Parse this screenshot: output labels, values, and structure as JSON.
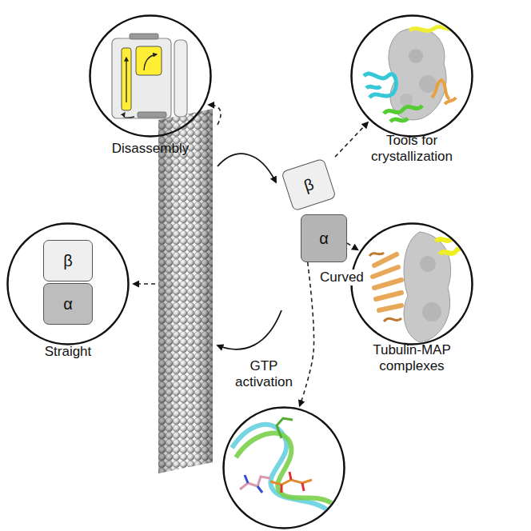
{
  "diagram": {
    "nodes": [
      {
        "text": [
          "Disassembly"
        ]
      },
      {
        "text": [
          "Tools for crystallization"
        ]
      },
      {
        "text": [
          "Straight"
        ]
      },
      {
        "text": [
          "β"
        ],
        "in": 2
      },
      {
        "text": [
          "α"
        ],
        "in": 2
      },
      {
        "text": [
          "β"
        ]
      },
      {
        "text": [
          "α"
        ]
      },
      {
        "text": [
          "Tubulin-MAP complexes"
        ]
      },
      {
        "text": [
          "GTP activation"
        ]
      }
    ],
    "edges": [
      {
        "from": 5,
        "to": 1,
        "arrow": "to"
      },
      {
        "from": 6,
        "to": 7,
        "arrow": "to"
      },
      {
        "from": 6,
        "to": 8,
        "arrow": "to"
      }
    ],
    "labels": [
      "Curved"
    ]
  }
}
